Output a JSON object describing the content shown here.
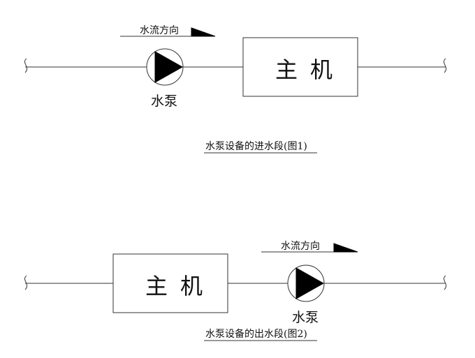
{
  "diagram1": {
    "flow_label": "水流方向",
    "pump_label": "水泵",
    "host_label": "主机",
    "caption": "水泵设备的进水段(图1)"
  },
  "diagram2": {
    "flow_label": "水流方向",
    "pump_label": "水泵",
    "host_label": "主机",
    "caption": "水泵设备的出水段(图2)"
  },
  "colors": {
    "line": "#333333",
    "fill": "#000000",
    "background": "#ffffff"
  }
}
